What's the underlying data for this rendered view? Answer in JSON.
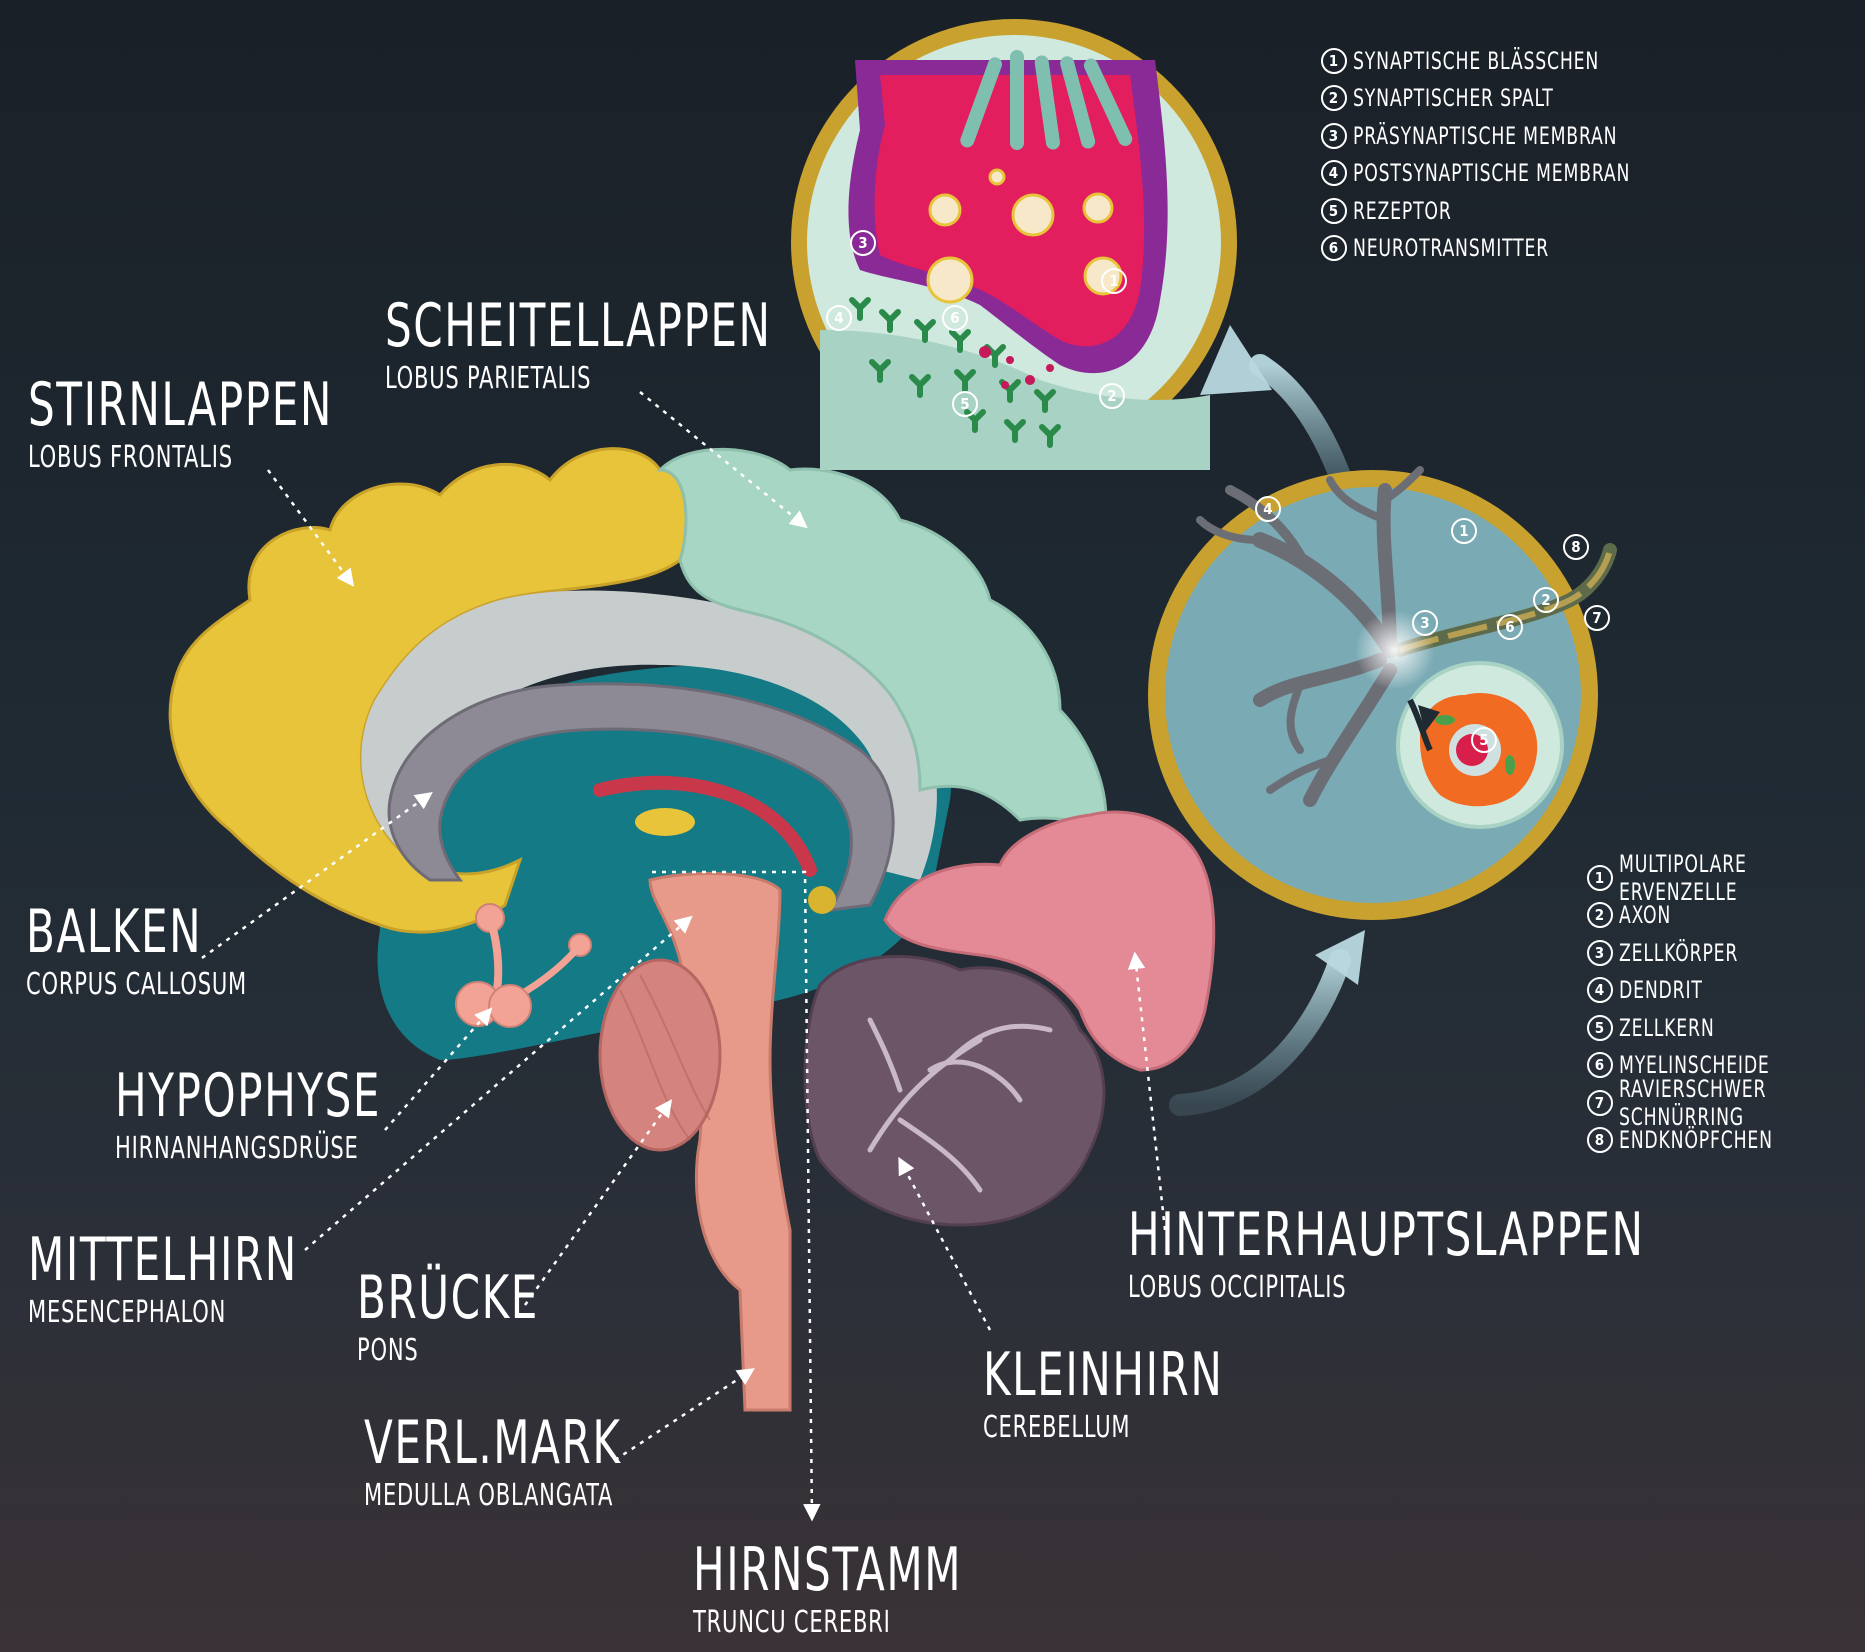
{
  "labels": {
    "stirnlappen": {
      "main": "Stirnlappen",
      "sub": "Lobus frontalis"
    },
    "scheitellappen": {
      "main": "Scheitellappen",
      "sub": "Lobus parietalis"
    },
    "balken": {
      "main": "Balken",
      "sub": "Corpus callosum"
    },
    "hypophyse": {
      "main": "Hypophyse",
      "sub": "Hirnanhangsdrüse"
    },
    "mittelhirn": {
      "main": "Mittelhirn",
      "sub": "Mesencephalon"
    },
    "bruecke": {
      "main": "Brücke",
      "sub": "Pons"
    },
    "verlmark": {
      "main": "Verl.Mark",
      "sub": "Medulla oblangata"
    },
    "hirnstamm": {
      "main": "Hirnstamm",
      "sub": "Truncu cerebri"
    },
    "kleinhirn": {
      "main": "Kleinhirn",
      "sub": "Cerebellum"
    },
    "hinterhauptslappen": {
      "main": "Hinterhauptslappen",
      "sub": "Lobus occipitalis"
    }
  },
  "synapse_legend": [
    {
      "num": "1",
      "text": "Synaptische Bläßchen"
    },
    {
      "num": "2",
      "text": "Synaptischer Spalt"
    },
    {
      "num": "3",
      "text": "Präsynaptische Membran"
    },
    {
      "num": "4",
      "text": "Postsynaptische Membran"
    },
    {
      "num": "5",
      "text": "Rezeptor"
    },
    {
      "num": "6",
      "text": "Neurotransmitter"
    }
  ],
  "neuron_legend": [
    {
      "num": "1",
      "text": "Multipolare ervenzelle"
    },
    {
      "num": "2",
      "text": "Axon"
    },
    {
      "num": "3",
      "text": "Zellkörper"
    },
    {
      "num": "4",
      "text": "Dendrit"
    },
    {
      "num": "5",
      "text": "Zellkern"
    },
    {
      "num": "6",
      "text": "Myelinscheide"
    },
    {
      "num": "7",
      "text": "Ravierschwer Schnürring"
    },
    {
      "num": "8",
      "text": "Endknöpfchen"
    }
  ],
  "synapse_markers": [
    "1",
    "2",
    "3",
    "4",
    "5",
    "6"
  ],
  "neuron_markers": [
    "1",
    "2",
    "3",
    "4",
    "5",
    "6",
    "7",
    "8"
  ],
  "colors": {
    "frontal": "#e8c43a",
    "parietal": "#a8d6c4",
    "occipital": "#e48a96",
    "corpus_callosum": "#8d8a95",
    "cortex_inner": "#c7cccd",
    "ventricle": "#137a86",
    "brainstem": "#e89a8a",
    "cerebellum": "#6b5566",
    "pons": "#d4837e",
    "circle_ring": "#c9a12e",
    "synapse_bg": "#cfe9de",
    "presynapse": "#e21e5e",
    "presynapse_membrane": "#8a2a96",
    "receptor": "#2a8a4a",
    "neuron_bg": "#7aaab4",
    "neuron_body": "#6c6e76",
    "nucleus_cell": "#f26b22"
  }
}
